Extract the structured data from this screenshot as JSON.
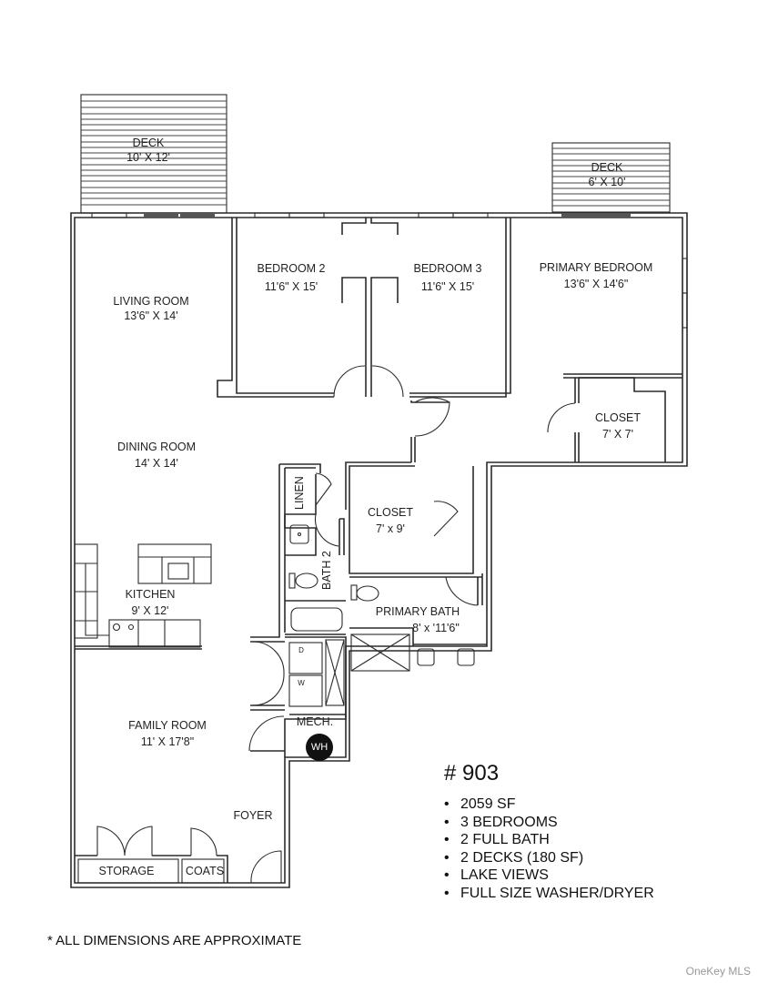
{
  "rooms": {
    "deck_left": {
      "name": "DECK",
      "dim": "10' X 12'"
    },
    "deck_right": {
      "name": "DECK",
      "dim": "6' X 10'"
    },
    "living_room": {
      "name": "LIVING ROOM",
      "dim": "13'6\" X 14'"
    },
    "bedroom_2": {
      "name": "BEDROOM 2",
      "dim": "11'6\" X 15'"
    },
    "bedroom_3": {
      "name": "BEDROOM 3",
      "dim": "11'6\" X 15'"
    },
    "primary_bedroom": {
      "name": "PRIMARY BEDROOM",
      "dim": "13'6\" X 14'6\""
    },
    "closet_primary": {
      "name": "CLOSET",
      "dim": "7' X 7'"
    },
    "dining_room": {
      "name": "DINING ROOM",
      "dim": "14' X 14'"
    },
    "linen": {
      "name": "LINEN"
    },
    "closet_hall": {
      "name": "CLOSET",
      "dim": "7' x 9'"
    },
    "bath_2": {
      "name": "BATH 2"
    },
    "kitchen": {
      "name": "KITCHEN",
      "dim": "9' X 12'"
    },
    "primary_bath": {
      "name": "PRIMARY BATH",
      "dim": "8' x '11'6\""
    },
    "family_room": {
      "name": "FAMILY ROOM",
      "dim": "11' X 17'8\""
    },
    "mech": {
      "name": "MECH."
    },
    "water_heater": {
      "label": "WH"
    },
    "foyer": {
      "name": "FOYER"
    },
    "storage": {
      "name": "STORAGE"
    },
    "coats": {
      "name": "COATS"
    }
  },
  "appliances": {
    "dryer": "D",
    "washer": "W"
  },
  "unit": {
    "title": "# 903",
    "features": [
      "2059 SF",
      "3 BEDROOMS",
      "2 FULL BATH",
      "2 DECKS (180 SF)",
      "LAKE VIEWS",
      "FULL SIZE WASHER/DRYER"
    ]
  },
  "footnote": "* ALL DIMENSIONS ARE APPROXIMATE",
  "watermark": "OneKey MLS"
}
